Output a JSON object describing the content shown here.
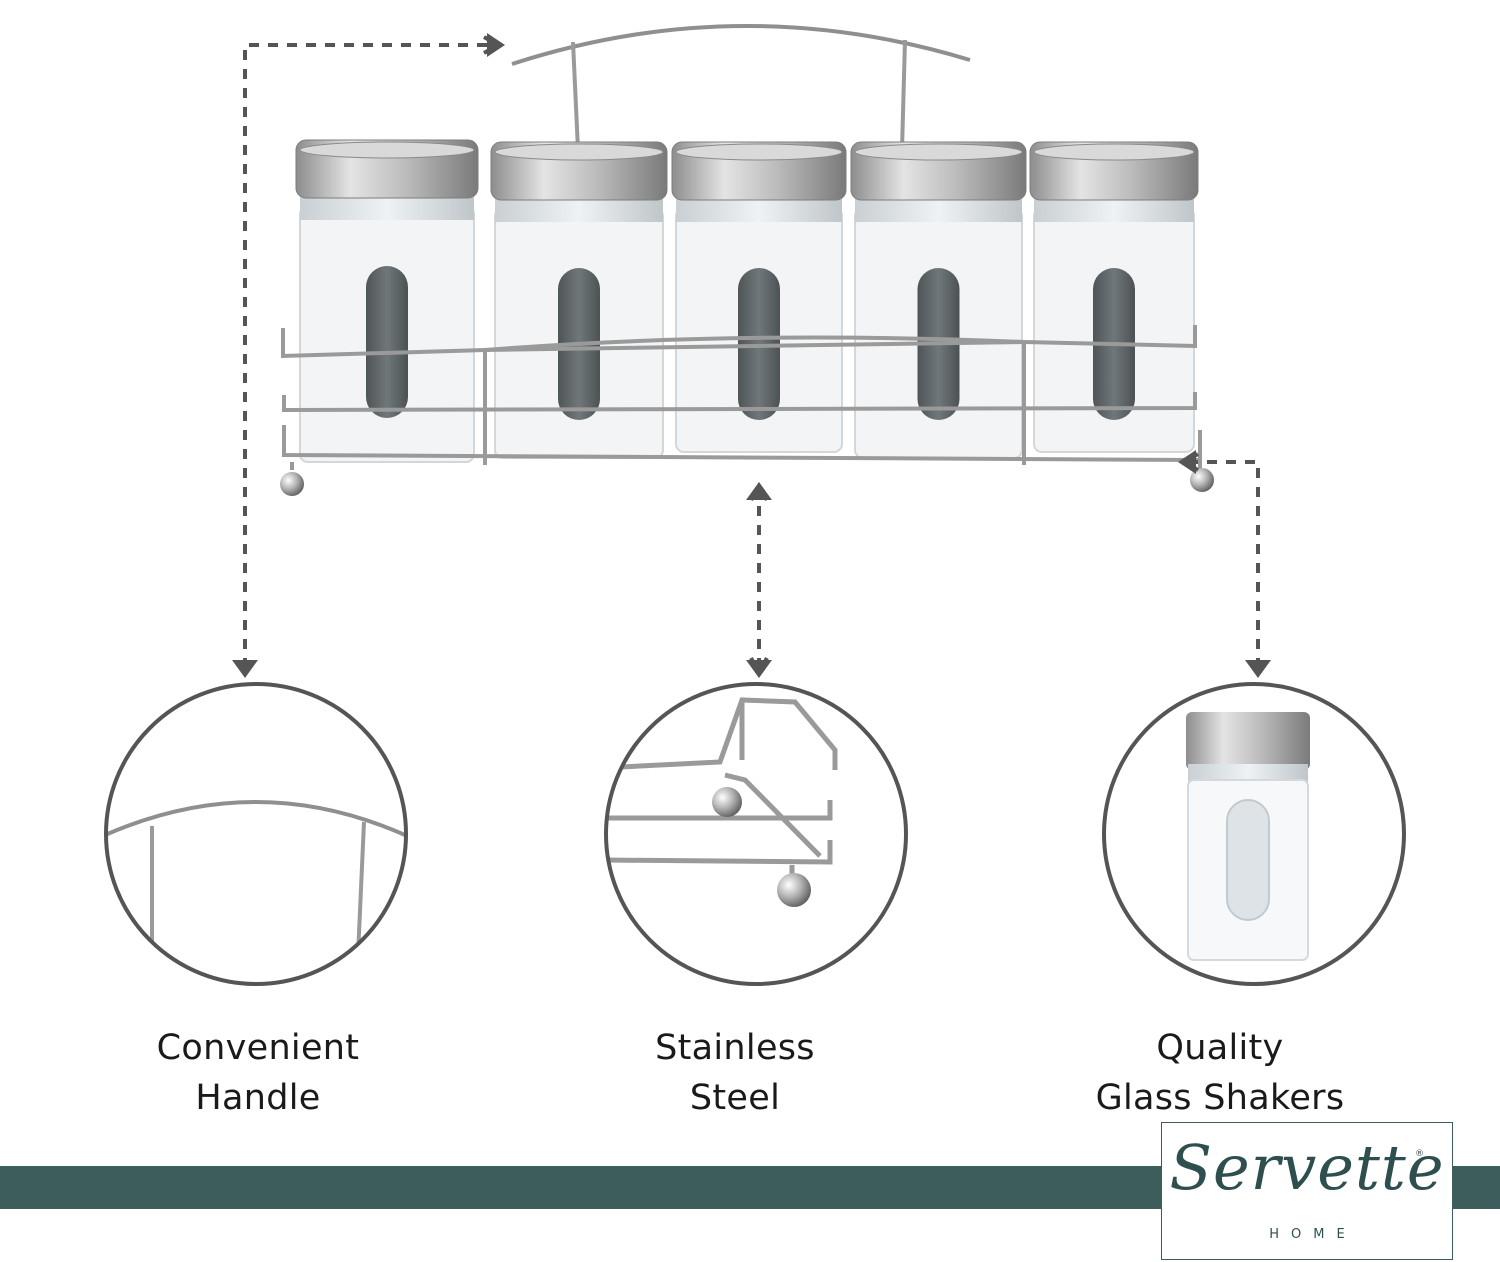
{
  "features": [
    {
      "line1": "Convenient",
      "line2": "Handle"
    },
    {
      "line1": "Stainless",
      "line2": "Steel"
    },
    {
      "line1": "Quality",
      "line2": "Glass Shakers"
    }
  ],
  "brand": {
    "logo_script": "Servette",
    "logo_sub": "HOME",
    "registered_mark": "®",
    "bar_color": "#3d5c5c"
  },
  "colors": {
    "outline": "#555555",
    "chrome": "#9a9a9a",
    "shaker_body": "#f3f5f7",
    "window": "#5f6466"
  }
}
